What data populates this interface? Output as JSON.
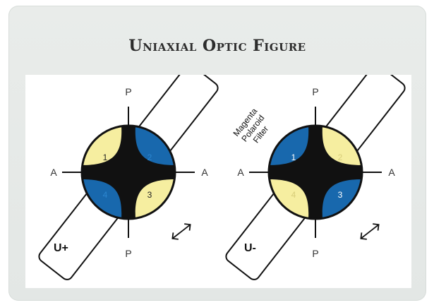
{
  "title": "Uniaxial Optic Figure",
  "left": {
    "label": "U+",
    "polarizer": "P",
    "analyzer": "A",
    "quadrants": [
      "1",
      "2",
      "3",
      "4"
    ]
  },
  "right": {
    "label": "U-",
    "polarizer": "P",
    "analyzer": "A",
    "quadrants": [
      "1",
      "2",
      "3",
      "4"
    ],
    "filter_lines": [
      "Magenta",
      "Polaroid",
      "Filter"
    ]
  },
  "colors": {
    "yellow": "#f6eea0",
    "blue": "#1868ad",
    "black": "#111111",
    "yellow_text": "#d8ce7a",
    "blue_text": "#2b86d0"
  }
}
